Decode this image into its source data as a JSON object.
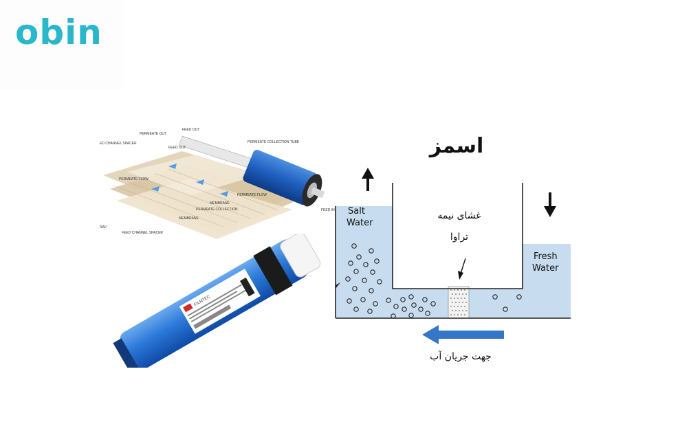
{
  "logo": {
    "text": "obin",
    "color": "#2ab7c9"
  },
  "cutaway": {
    "labels": {
      "feed_out_top": "FEED OUT",
      "permeate_out": "PERMEATE OUT",
      "feed_channel_spacer_top": "ED CHANNEL SPACER",
      "feed_out_mid": "FEED OUT",
      "permeate_collection_tube": "PERMEATE COLLECTION TUBE",
      "permeate_flow_left": "PERMEATE FLOW",
      "permeate_flow_right": "PERMEATE FLOW",
      "membrane_1": "MEMBRANE",
      "permeate_collection": "PERMEATE COLLECTION",
      "membrane_2": "MEMBRANE",
      "feed_in": "FEED IN",
      "wrap": "RAP",
      "feed_channel_spacer_bottom": "FEED CHANNEL SPACER"
    }
  },
  "cylinder": {
    "label_line": "FILMTEC"
  },
  "osmosis": {
    "title": "اسمز",
    "salt_label_1": "Salt",
    "salt_label_2": "Water",
    "fresh_label_1": "Fresh",
    "fresh_label_2": "Water",
    "membrane_label_1": "غشای نیمه",
    "membrane_label_2": "تراوا",
    "flow_label": "جهت جریان آب",
    "water_color": "#c8dcef"
  }
}
